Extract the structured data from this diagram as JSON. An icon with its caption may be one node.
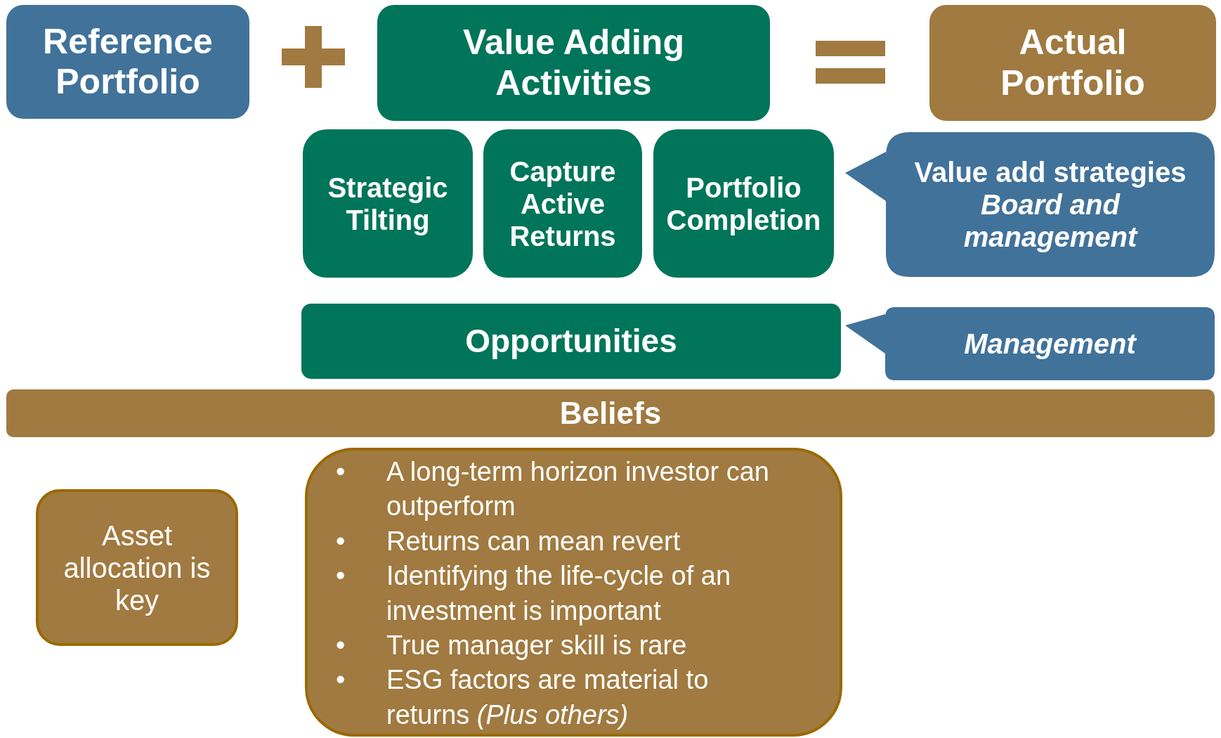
{
  "diagram": {
    "nodes": [
      {
        "text": [
          "Reference Portfolio"
        ]
      },
      {
        "text": [
          "Value Adding Activities"
        ]
      },
      {
        "text": [
          "Actual Portfolio"
        ]
      },
      {
        "text": [
          "Strategic Tilting"
        ]
      },
      {
        "text": [
          "Capture Active Returns"
        ]
      },
      {
        "text": [
          "Portfolio Completion"
        ]
      },
      {
        "text": [
          "Value add strategies",
          "Board and management"
        ]
      },
      {
        "text": [
          "Opportunities"
        ]
      },
      {
        "text": [
          "Management"
        ]
      },
      {
        "text": [
          "Beliefs"
        ]
      },
      {
        "text": [
          "Asset allocation is key"
        ]
      },
      {
        "text": [
          "A long-term horizon investor can outperform",
          "Returns can mean revert",
          "Identifying the life-cycle of an investment is important",
          "True manager skill is rare",
          "ESG factors are material to returns *(Plus others)*"
        ]
      }
    ],
    "edges": [],
    "labels": [
      "•",
      "•",
      "•",
      "•",
      "•"
    ]
  }
}
